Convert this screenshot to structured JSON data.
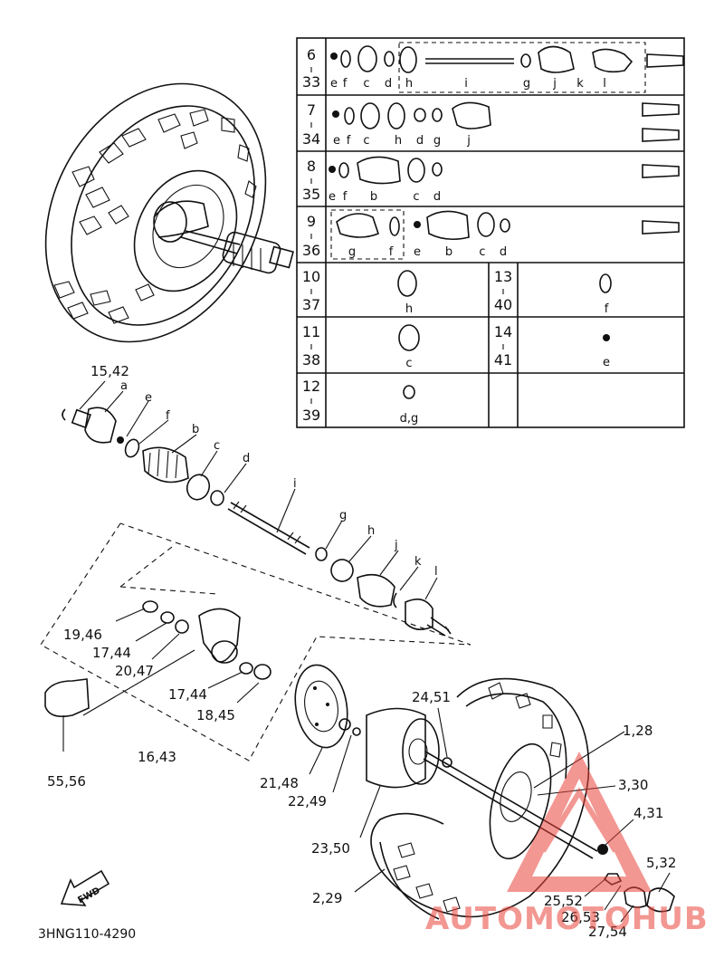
{
  "diagram_code": "3HNG110-4290",
  "fwd_label": "FWD",
  "watermark": {
    "text": "AUTOMOTOHUB",
    "color": "#e8433a"
  },
  "table": {
    "rows": [
      {
        "ref": [
          "6",
          "33"
        ],
        "letters": [
          "e",
          "f",
          "c",
          "d",
          "h",
          "i",
          "g",
          "j",
          "k",
          "l"
        ]
      },
      {
        "ref": [
          "7",
          "34"
        ],
        "letters": [
          "e",
          "f",
          "c",
          "h",
          "d",
          "g",
          "j"
        ]
      },
      {
        "ref": [
          "8",
          "35"
        ],
        "letters": [
          "e",
          "f",
          "b",
          "c",
          "d"
        ]
      },
      {
        "ref": [
          "9",
          "36"
        ],
        "letters": [
          "g",
          "f",
          "e",
          "b",
          "c",
          "d"
        ]
      }
    ],
    "split_rows": [
      {
        "left": {
          "ref": [
            "10",
            "37"
          ],
          "letter": "h"
        },
        "right": {
          "ref": [
            "13",
            "40"
          ],
          "letter": "f"
        }
      },
      {
        "left": {
          "ref": [
            "11",
            "38"
          ],
          "letter": "c"
        },
        "right": {
          "ref": [
            "14",
            "41"
          ],
          "letter": "e"
        }
      },
      {
        "left": {
          "ref": [
            "12",
            "39"
          ],
          "letter": "d,g"
        },
        "right": null
      }
    ]
  },
  "callouts": {
    "c15_42": "15,42",
    "a": "a",
    "e": "e",
    "f": "f",
    "b": "b",
    "c": "c",
    "d": "d",
    "i": "i",
    "g": "g",
    "h": "h",
    "j": "j",
    "k": "k",
    "l": "l",
    "c19_46": "19,46",
    "c17_44a": "17,44",
    "c20_47": "20,47",
    "c17_44b": "17,44",
    "c18_45": "18,45",
    "c16_43": "16,43",
    "c55_56": "55,56",
    "c24_51": "24,51",
    "c1_28": "1,28",
    "c3_30": "3,30",
    "c4_31": "4,31",
    "c5_32": "5,32",
    "c21_48": "21,48",
    "c22_49": "22,49",
    "c23_50": "23,50",
    "c2_29": "2,29",
    "c25_52": "25,52",
    "c26_53": "26,53",
    "c27_54": "27,54"
  }
}
